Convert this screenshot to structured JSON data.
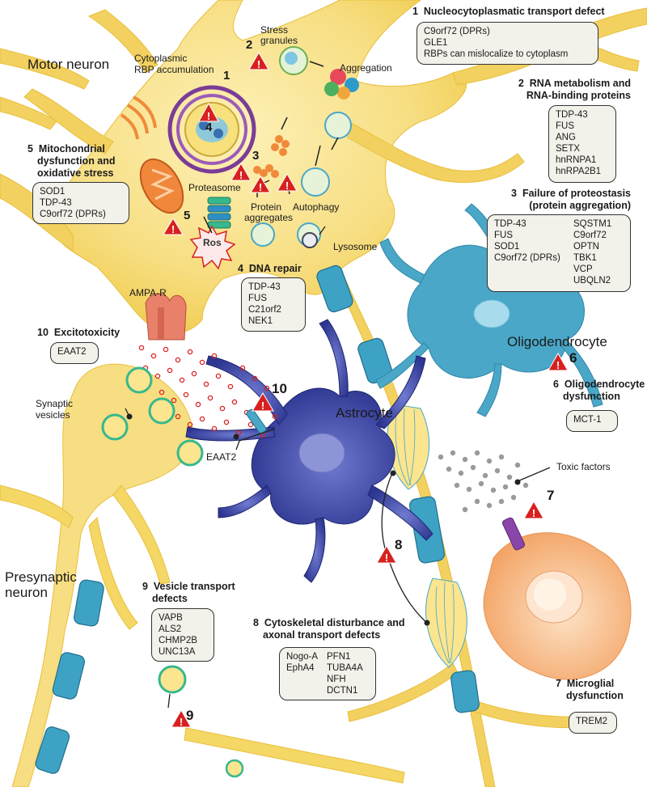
{
  "cell_labels": {
    "motor_neuron": "Motor neuron",
    "oligodendrocyte": "Oligodendrocyte",
    "astrocyte": "Astrocyte",
    "presynaptic_line1": "Presynaptic",
    "presynaptic_line2": "neuron"
  },
  "structure_labels": {
    "cytoplasmic_rbp_1": "Cytoplasmic",
    "cytoplasmic_rbp_2": "RBP accumulation",
    "stress_granules_1": "Stress",
    "stress_granules_2": "granules",
    "aggregation": "Aggregation",
    "proteasome": "Proteasome",
    "protein_aggregates_1": "Protein",
    "protein_aggregates_2": "aggregates",
    "autophagy": "Autophagy",
    "lysosome": "Lysosome",
    "ros": "Ros",
    "ampa_r": "AMPA-R",
    "synaptic_vesicles_1": "Synaptic",
    "synaptic_vesicles_2": "vesicles",
    "eaat2": "EAAT2",
    "toxic_factors": "Toxic factors"
  },
  "marker_numbers": [
    "1",
    "2",
    "3",
    "4",
    "5",
    "6",
    "7",
    "8",
    "9",
    "10"
  ],
  "mechanisms": {
    "m1": {
      "num": "1",
      "title": "Nucleocytoplasmatic transport defect",
      "genes": [
        "C9orf72 (DPRs)",
        "GLE1",
        "RBPs can mislocalize to cytoplasm"
      ]
    },
    "m2": {
      "num": "2",
      "title_1": "RNA metabolism and",
      "title_2": "RNA-binding proteins",
      "genes": [
        "TDP-43",
        "FUS",
        "ANG",
        "SETX",
        "hnRNPA1",
        "hnRPA2B1"
      ]
    },
    "m3": {
      "num": "3",
      "title_1": "Failure of proteostasis",
      "title_2": "(protein aggregation)",
      "genes_left": [
        "TDP-43",
        "FUS",
        "SOD1",
        "C9orf72 (DPRs)"
      ],
      "genes_right": [
        "SQSTM1",
        "C9orf72",
        "OPTN",
        "TBK1",
        "VCP",
        "UBQLN2"
      ]
    },
    "m4": {
      "num": "4",
      "title": "DNA repair",
      "genes": [
        "TDP-43",
        "FUS",
        "C21orf2",
        "NEK1"
      ]
    },
    "m5": {
      "num": "5",
      "title_1": "Mitochondrial",
      "title_2": "dysfunction and",
      "title_3": "oxidative stress",
      "genes": [
        "SOD1",
        "TDP-43",
        "C9orf72 (DPRs)"
      ]
    },
    "m6": {
      "num": "6",
      "title_1": "Oligodendrocyte",
      "title_2": "dysfunction",
      "genes": [
        "MCT-1"
      ]
    },
    "m7": {
      "num": "7",
      "title_1": "Microglial",
      "title_2": "dysfunction",
      "genes": [
        "TREM2"
      ]
    },
    "m8": {
      "num": "8",
      "title_1": "Cytoskeletal disturbance and",
      "title_2": "axonal transport defects",
      "genes_left": [
        "Nogo-A",
        "EphA4"
      ],
      "genes_right": [
        "PFN1",
        "TUBA4A",
        "NFH",
        "DCTN1"
      ]
    },
    "m9": {
      "num": "9",
      "title_1": "Vesicle transport",
      "title_2": "defects",
      "genes": [
        "VAPB",
        "ALS2",
        "CHMP2B",
        "UNC13A"
      ]
    },
    "m10": {
      "num": "10",
      "title": "Excitotoxicity",
      "genes": [
        "EAAT2"
      ]
    }
  },
  "colors": {
    "neuron": "#f3d160",
    "neuron_light": "#fbeaa5",
    "astrocyte": "#3f4aa8",
    "oligodendrocyte": "#4aa7c8",
    "myelin": "#3ea2c4",
    "microglia": "#f6b27b",
    "warning": "#d8201f",
    "box_bg": "#f2f1ea"
  }
}
